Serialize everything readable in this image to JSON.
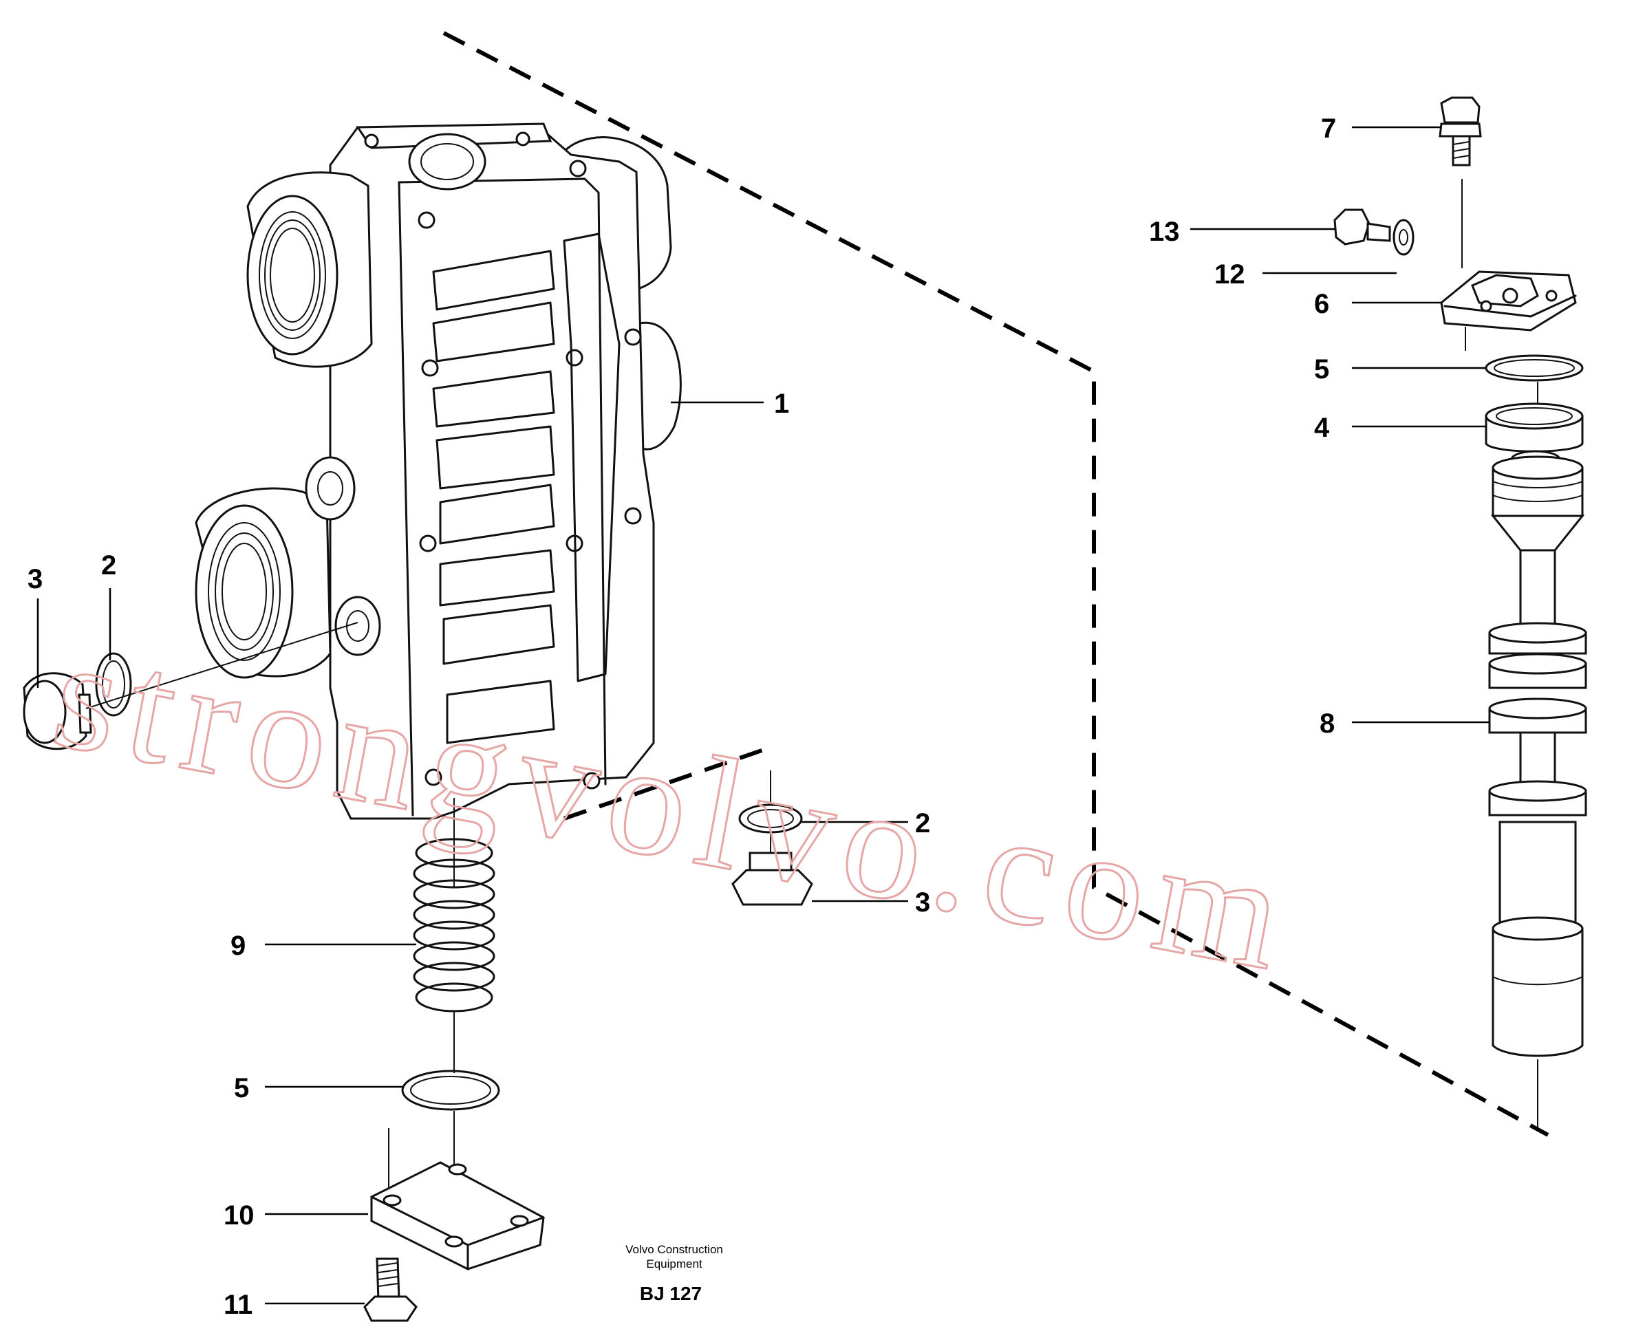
{
  "callouts": {
    "c1": "1",
    "c2_left": "2",
    "c3_left": "3",
    "c2_right": "2",
    "c3_right": "3",
    "c4": "4",
    "c5_right": "5",
    "c5_left": "5",
    "c6": "6",
    "c7": "7",
    "c8": "8",
    "c9": "9",
    "c10": "10",
    "c11": "11",
    "c12": "12",
    "c13": "13"
  },
  "caption": {
    "line1": "Volvo Construction",
    "line2": "Equipment",
    "code": "BJ 127"
  },
  "watermark": "strongvolvo.com"
}
